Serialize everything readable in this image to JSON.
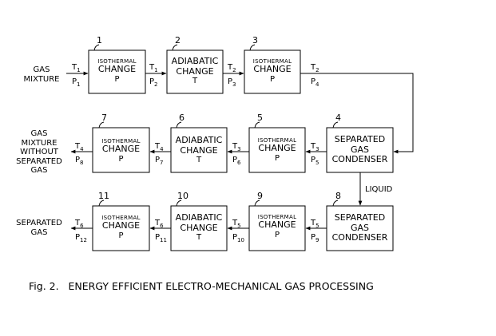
{
  "caption": "Fig. 2.   ENERGY EFFICIENT ELECTRO-MECHANICAL GAS PROCESSING",
  "inputs": {
    "gas_mixture": [
      "GAS",
      "MIXTURE"
    ]
  },
  "outputs": {
    "gas_without_separated": [
      "GAS",
      "MIXTURE",
      "WITHOUT",
      "SEPARATED",
      "GAS"
    ],
    "separated_gas": [
      "SEPARATED",
      "GAS"
    ]
  },
  "liquid_label": "LIQUID",
  "boxes": [
    {
      "id": "1",
      "lines": [
        "ISOTHERMAL",
        "CHANGE",
        "P"
      ]
    },
    {
      "id": "2",
      "lines": [
        "ADIABATIC",
        "CHANGE",
        "T"
      ]
    },
    {
      "id": "3",
      "lines": [
        "ISOTHERMAL",
        "CHANGE",
        "P"
      ]
    },
    {
      "id": "4",
      "lines": [
        "SEPARATED",
        "GAS",
        "CONDENSER"
      ]
    },
    {
      "id": "5",
      "lines": [
        "ISOTHERMAL",
        "CHANGE",
        "P"
      ]
    },
    {
      "id": "6",
      "lines": [
        "ADIABATIC",
        "CHANGE",
        "T"
      ]
    },
    {
      "id": "7",
      "lines": [
        "ISOTHERMAL",
        "CHANGE",
        "P"
      ]
    },
    {
      "id": "8",
      "lines": [
        "SEPARATED",
        "GAS",
        "CONDENSER"
      ]
    },
    {
      "id": "9",
      "lines": [
        "ISOTHERMAL",
        "CHANGE",
        "P"
      ]
    },
    {
      "id": "10",
      "lines": [
        "ADIABATIC",
        "CHANGE",
        "T"
      ]
    },
    {
      "id": "11",
      "lines": [
        "ISOTHERMAL",
        "CHANGE",
        "P"
      ]
    }
  ],
  "state_labels": {
    "row1": [
      {
        "t": "T1",
        "p": "P1"
      },
      {
        "t": "T1",
        "p": "P2"
      },
      {
        "t": "T2",
        "p": "P3"
      },
      {
        "t": "T2",
        "p": "P4"
      }
    ],
    "row2": [
      {
        "t": "T3",
        "p": "P5"
      },
      {
        "t": "T3",
        "p": "P6"
      },
      {
        "t": "T4",
        "p": "P7"
      },
      {
        "t": "T4",
        "p": "P8"
      }
    ],
    "row3": [
      {
        "t": "T5",
        "p": "P9"
      },
      {
        "t": "T5",
        "p": "P10"
      },
      {
        "t": "T6",
        "p": "P11"
      },
      {
        "t": "T6",
        "p": "P12"
      }
    ]
  }
}
